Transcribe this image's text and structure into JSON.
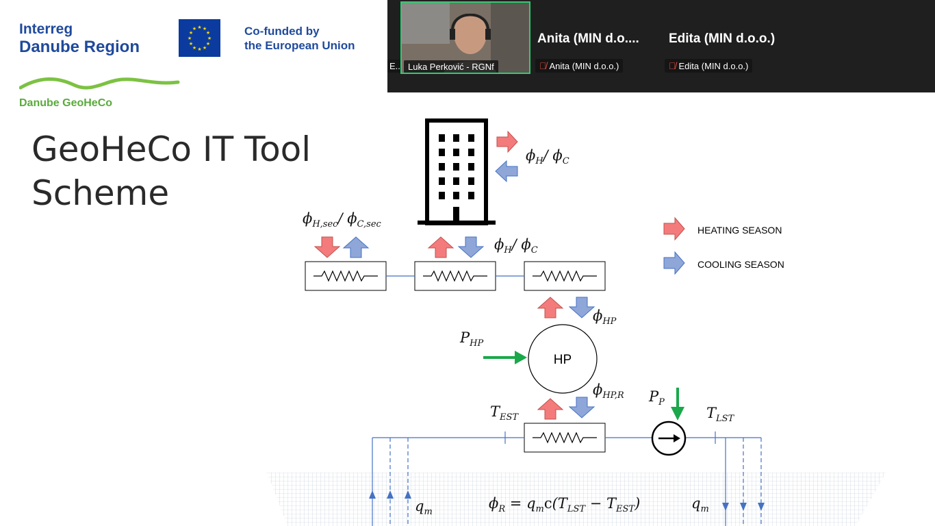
{
  "slide": {
    "title_line1": "GeoHeCo IT Tool",
    "title_line2": "Scheme"
  },
  "logos": {
    "interreg_line1": "Interreg",
    "interreg_line2": "Danube Region",
    "eu_line1": "Co-funded by",
    "eu_line2": "the European Union",
    "project": "Danube GeoHeCo"
  },
  "conference": {
    "left_chip": "E...",
    "participants": [
      {
        "tile_name": "",
        "chip": "Luka Perković - RGNf",
        "muted": false
      },
      {
        "tile_name": "Anita (MIN d.o....",
        "chip": "Anita (MIN d.o.o.)",
        "muted": true
      },
      {
        "tile_name": "Edita (MIN d.o.o.)",
        "chip": "Edita (MIN d.o.o.)",
        "muted": true
      }
    ]
  },
  "diagram": {
    "legend_heating": "HEATING SEASON",
    "legend_cooling": "COOLING SEASON",
    "hp_label": "HP",
    "colors": {
      "heating": "#f47b7b",
      "cooling": "#8fa6d8",
      "pump_arrow": "#1aa84a",
      "pipe": "#4472c4"
    }
  }
}
